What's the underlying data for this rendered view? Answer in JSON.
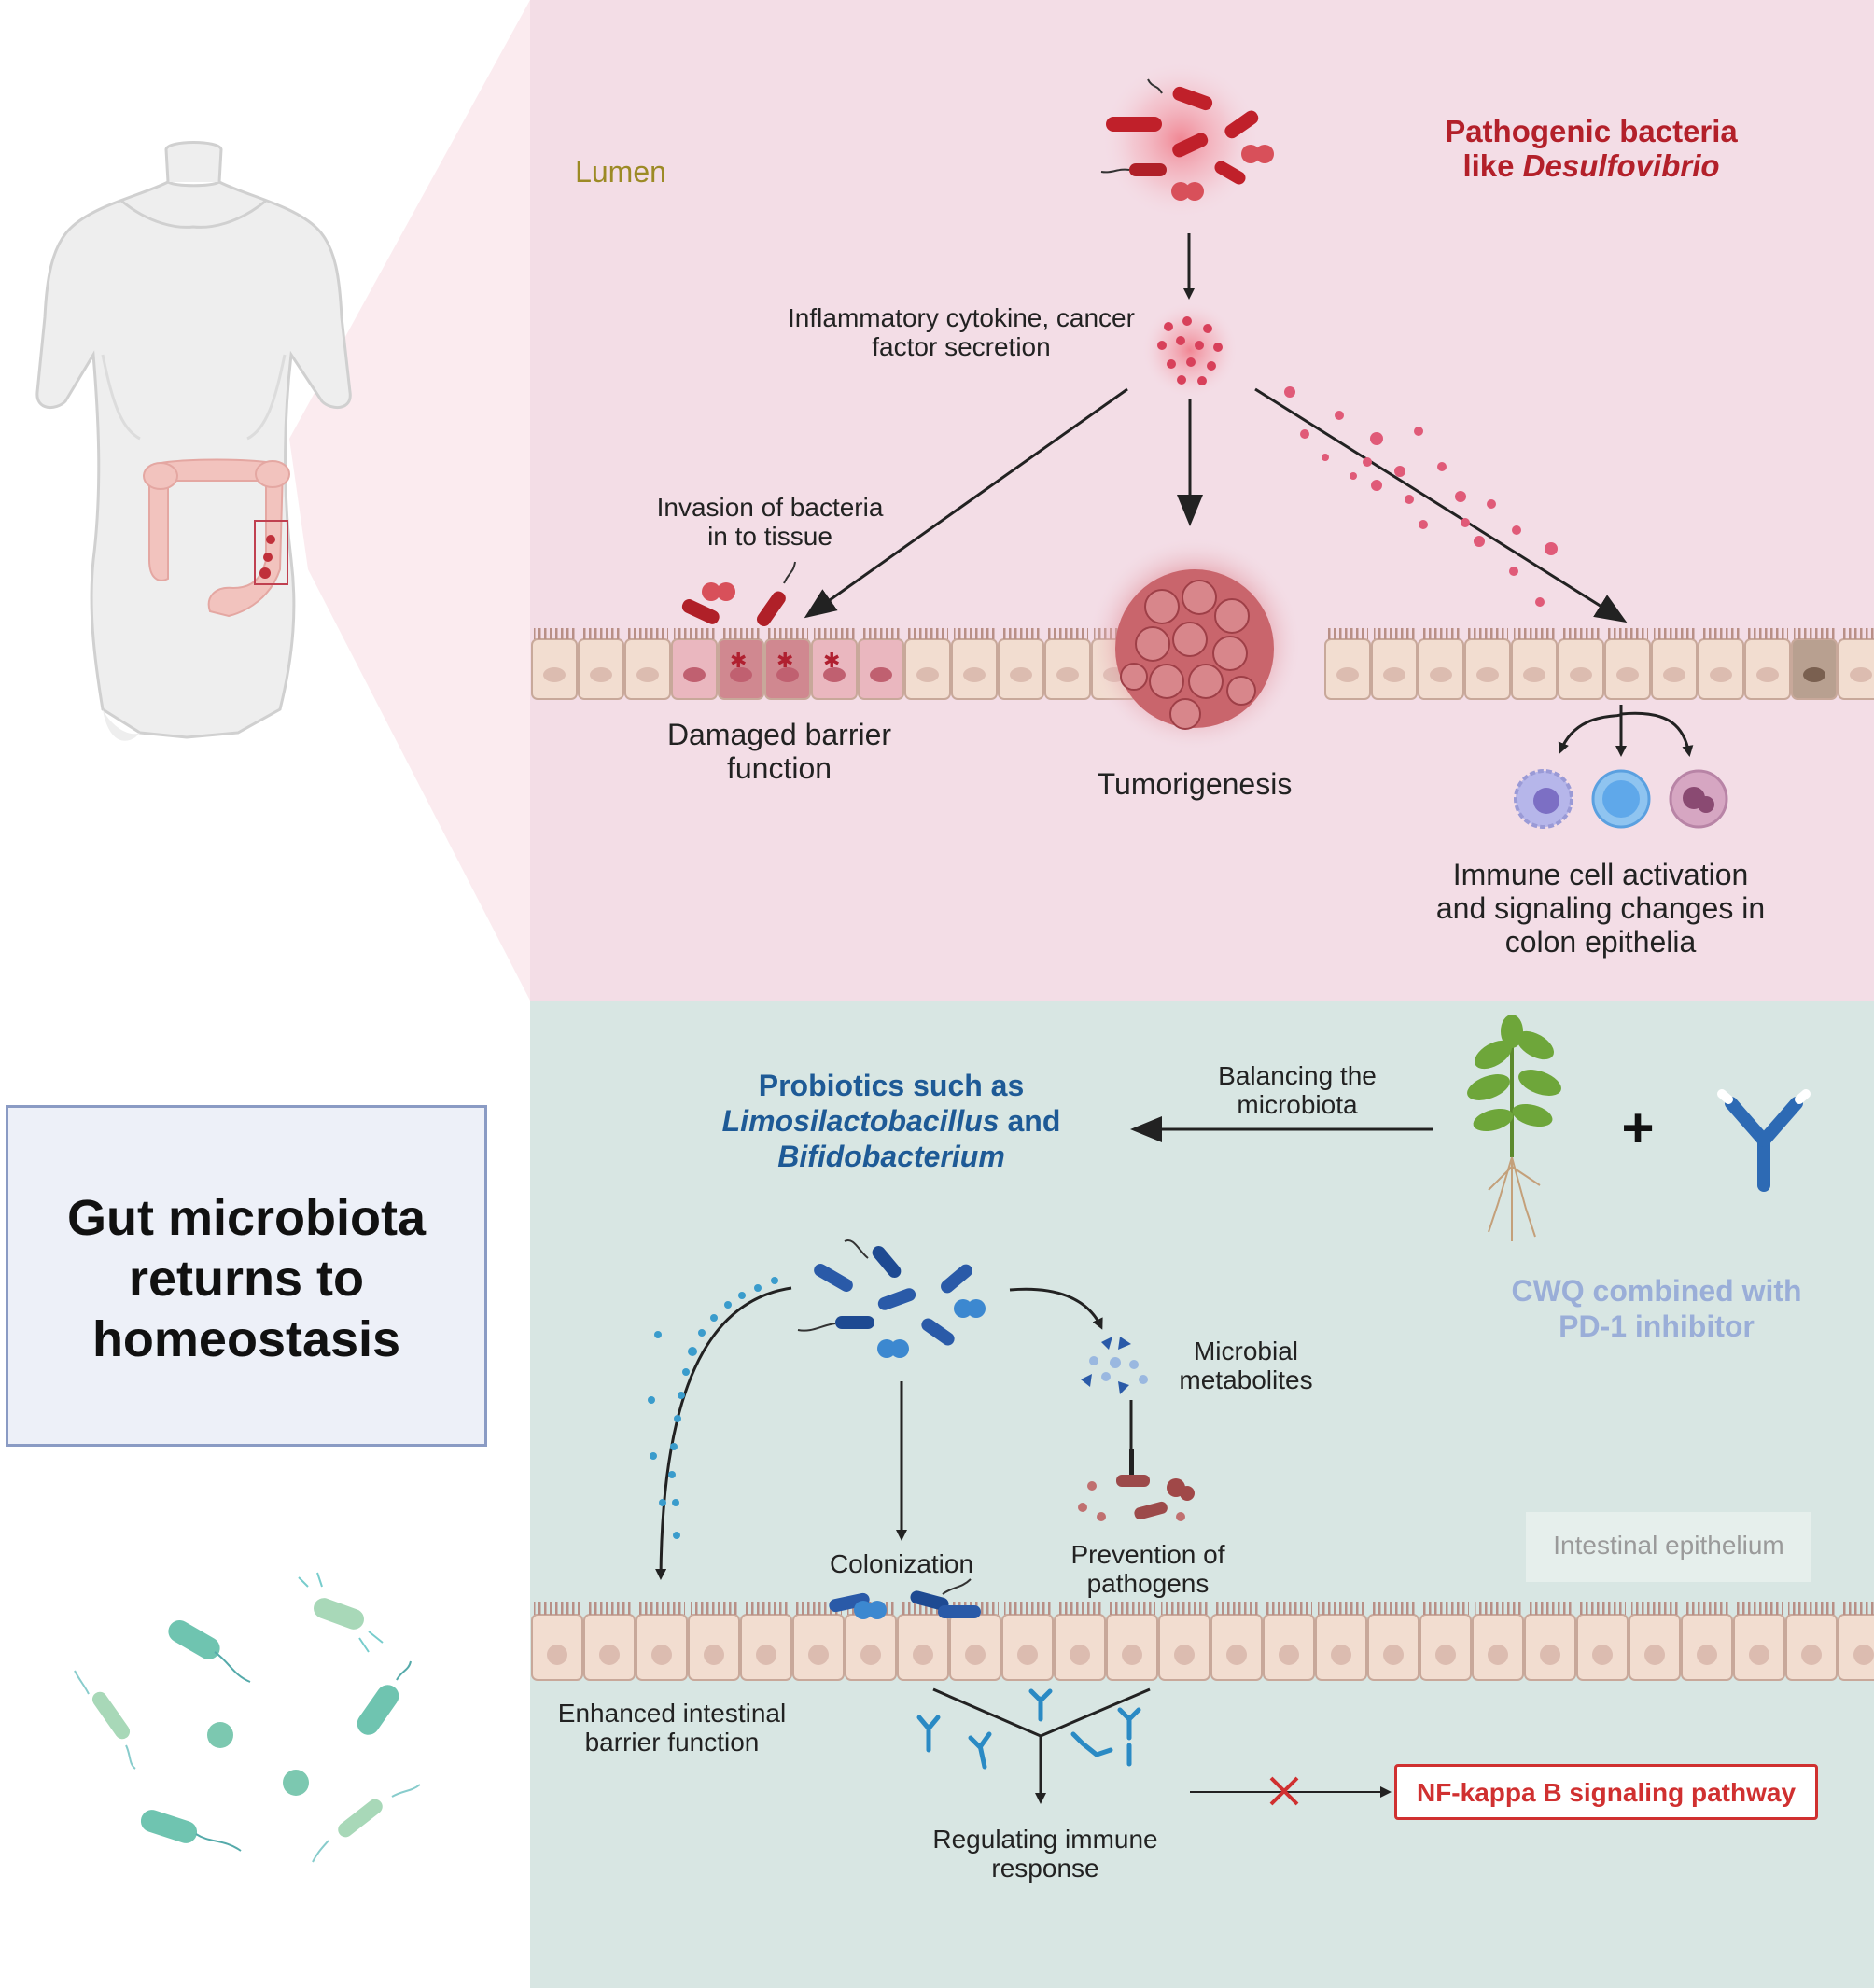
{
  "top_panel": {
    "lumen_label": "Lumen",
    "pathogen_title_line1": "Pathogenic bacteria",
    "pathogen_title_prefix": "like ",
    "pathogen_title_italic": "Desulfovibrio",
    "cytokine_line1": "Inflammatory cytokine, cancer",
    "cytokine_line2": "factor secretion",
    "invasion_line1": "Invasion of bacteria",
    "invasion_line2": "in to tissue",
    "damaged_line1": "Damaged barrier",
    "damaged_line2": "function",
    "tumor_label": "Tumorigenesis",
    "immune_line1": "Immune cell activation",
    "immune_line2": "and signaling changes in",
    "immune_line3": "colon epithelia"
  },
  "left_panel": {
    "gut_box_line1": "Gut microbiota",
    "gut_box_line2": "returns to",
    "gut_box_line3": "homeostasis"
  },
  "bottom_panel": {
    "probiotics_line1": "Probiotics such as",
    "probiotics_italic1": "Limosilactobacillus",
    "probiotics_and": " and",
    "probiotics_italic2": "Bifidobacterium",
    "balancing_line1": "Balancing the",
    "balancing_line2": "microbiota",
    "plus_sign": "+",
    "cwq_line1": "CWQ combined with",
    "cwq_line2": "PD-1 inhibitor",
    "metabolites_line1": "Microbial",
    "metabolites_line2": "metabolites",
    "colonization_label": "Colonization",
    "prevention_line1": "Prevention of",
    "prevention_line2": "pathogens",
    "intestinal_epithelium_label": "Intestinal epithelium",
    "enhanced_line1": "Enhanced intestinal",
    "enhanced_line2": "barrier function",
    "regulating_line1": "Regulating immune",
    "regulating_line2": "response",
    "nfkb_label": "NF-kappa B signaling pathway"
  },
  "colors": {
    "top_bg": "#f3dde6",
    "bottom_bg": "#d8e6e3",
    "pathogen_red": "#b3202a",
    "probiotic_blue": "#1e5a96",
    "cwq_blue": "#9aaed8",
    "lumen_olive": "#9c8a25",
    "nfkb_red": "#d03030"
  }
}
